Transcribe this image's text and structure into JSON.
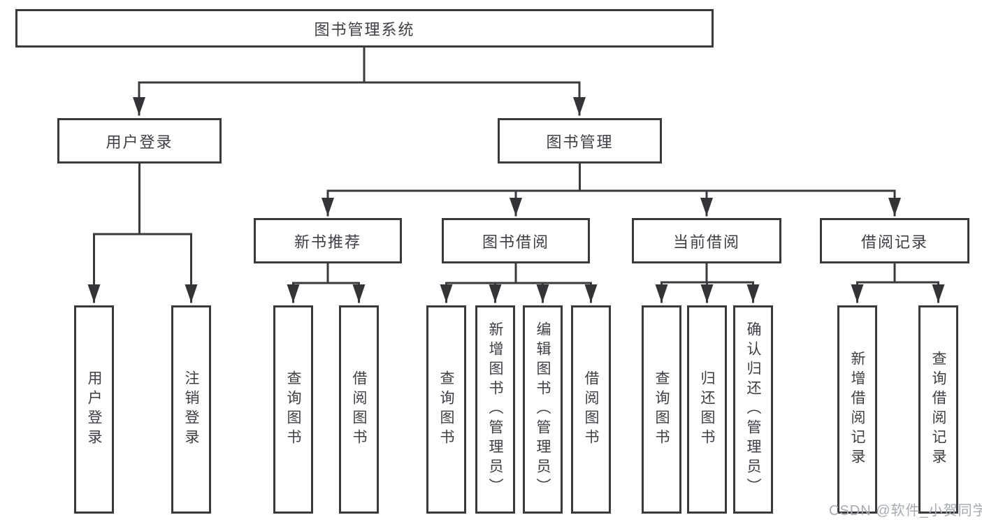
{
  "diagram": {
    "title": "图书管理系统",
    "level2": {
      "user_login": "用户登录",
      "book_mgmt": "图书管理"
    },
    "level3": {
      "new_books": "新书推荐",
      "book_borrow": "图书借阅",
      "current_borrow": "当前借阅",
      "borrow_records": "借阅记录"
    },
    "leaves": {
      "user_login": [
        "用户登录",
        "注销登录"
      ],
      "new_books": [
        "查询图书",
        "借阅图书"
      ],
      "book_borrow": [
        "查询图书",
        "新增图书（管理员）",
        "编辑图书（管理员）",
        "借阅图书"
      ],
      "current_borrow": [
        "查询图书",
        "归还图书",
        "确认归还（管理员）"
      ],
      "borrow_records": [
        "新增借阅记录",
        "查询借阅记录"
      ]
    },
    "watermark": "CSDN @软件_小贺同学",
    "colors": {
      "line": "#3a3a3e",
      "box_border": "#3a3a3e",
      "box_fill": "#ffffff",
      "text": "#3e3e45",
      "watermark": "#a6aab2",
      "background": "#ffffff"
    }
  }
}
